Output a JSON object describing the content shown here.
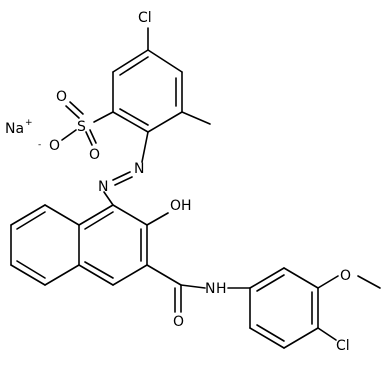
{
  "molecule": {
    "atoms": {
      "cl_top": "Cl",
      "na": "Na",
      "na_charge": "+",
      "o_upper": "O",
      "s": "S",
      "o_right": "O",
      "o_lower": "O",
      "o_lower_charge": "-",
      "n1": "N",
      "n2": "N",
      "oh": "OH",
      "nh": "N",
      "nh_h": "H",
      "o_amide": "O",
      "o_methoxy": "O",
      "cl_bottom": "Cl"
    }
  }
}
